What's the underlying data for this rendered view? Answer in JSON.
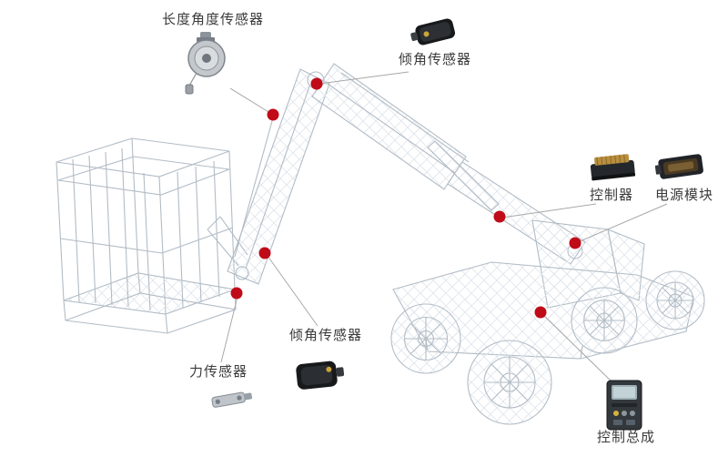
{
  "diagram": {
    "labels": {
      "length_angle_sensor": "长度角度传感器",
      "tilt_sensor_top": "倾角传感器",
      "controller": "控制器",
      "power_module": "电源模块",
      "tilt_sensor_bottom": "倾角传感器",
      "force_sensor": "力传感器",
      "control_assembly": "控制总成"
    },
    "colors": {
      "marker": "#c00b18",
      "leader_line": "#a8a8a8",
      "label_text": "#3b3b3b",
      "wireframe": "#b2bcc6",
      "background": "#ffffff"
    },
    "icons": {
      "length_angle_sensor": "cable-reel-sensor-icon",
      "tilt_sensor_top": "tilt-sensor-module-icon",
      "controller": "controller-module-icon",
      "power_module": "power-module-icon",
      "tilt_sensor_bottom": "tilt-sensor-module-icon",
      "force_sensor": "load-cell-icon",
      "control_assembly": "control-panel-icon"
    },
    "marker_count": 7
  }
}
